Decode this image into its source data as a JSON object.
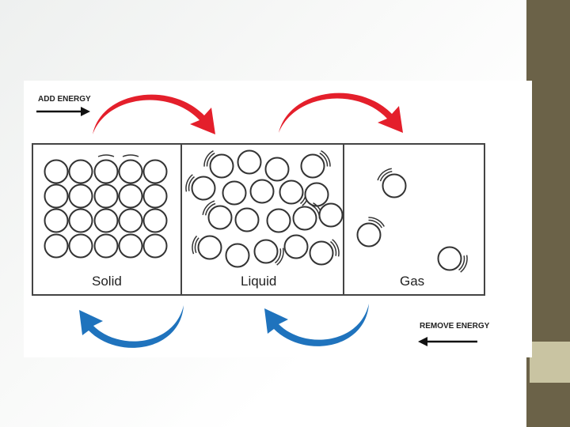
{
  "diagram": {
    "add_energy_label": "ADD ENERGY",
    "remove_energy_label": "REMOVE ENERGY",
    "states": [
      {
        "label": "Solid"
      },
      {
        "label": "Liquid"
      },
      {
        "label": "Gas"
      }
    ]
  },
  "colors": {
    "sidebar": "#6b6248",
    "sidebar_accent": "#c9c4a2",
    "add_arrow": "#e41f2b",
    "remove_arrow": "#1f73bd"
  }
}
